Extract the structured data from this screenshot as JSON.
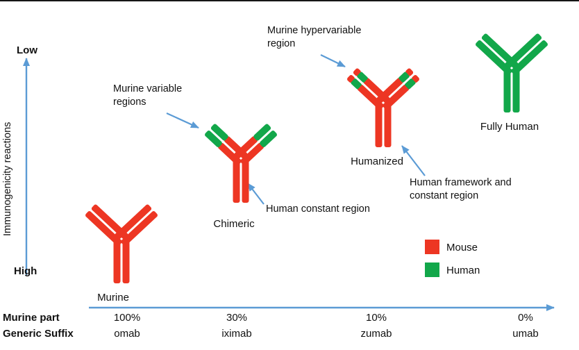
{
  "colors": {
    "mouse": "#ED3623",
    "human": "#12A74A",
    "arrow": "#5B9BD5",
    "text": "#111111"
  },
  "y_axis": {
    "title": "Immunogenicity reactions",
    "top": "Low",
    "bottom": "High"
  },
  "antibodies": [
    {
      "name": "Murine",
      "murine_part": "100%",
      "suffix": "omab"
    },
    {
      "name": "Chimeric",
      "murine_part": "30%",
      "suffix": "iximab"
    },
    {
      "name": "Humanized",
      "murine_part": "10%",
      "suffix": "zumab"
    },
    {
      "name": "Fully Human",
      "murine_part": "0%",
      "suffix": "umab"
    }
  ],
  "annotations": {
    "murine_variable": "Murine variable regions",
    "murine_hypervariable": "Murine hypervariable region",
    "human_constant": "Human constant region",
    "human_framework": "Human framework and constant region"
  },
  "bottom": {
    "row1": "Murine part",
    "row2": "Generic Suffix"
  },
  "legend": {
    "mouse": "Mouse",
    "human": "Human"
  }
}
